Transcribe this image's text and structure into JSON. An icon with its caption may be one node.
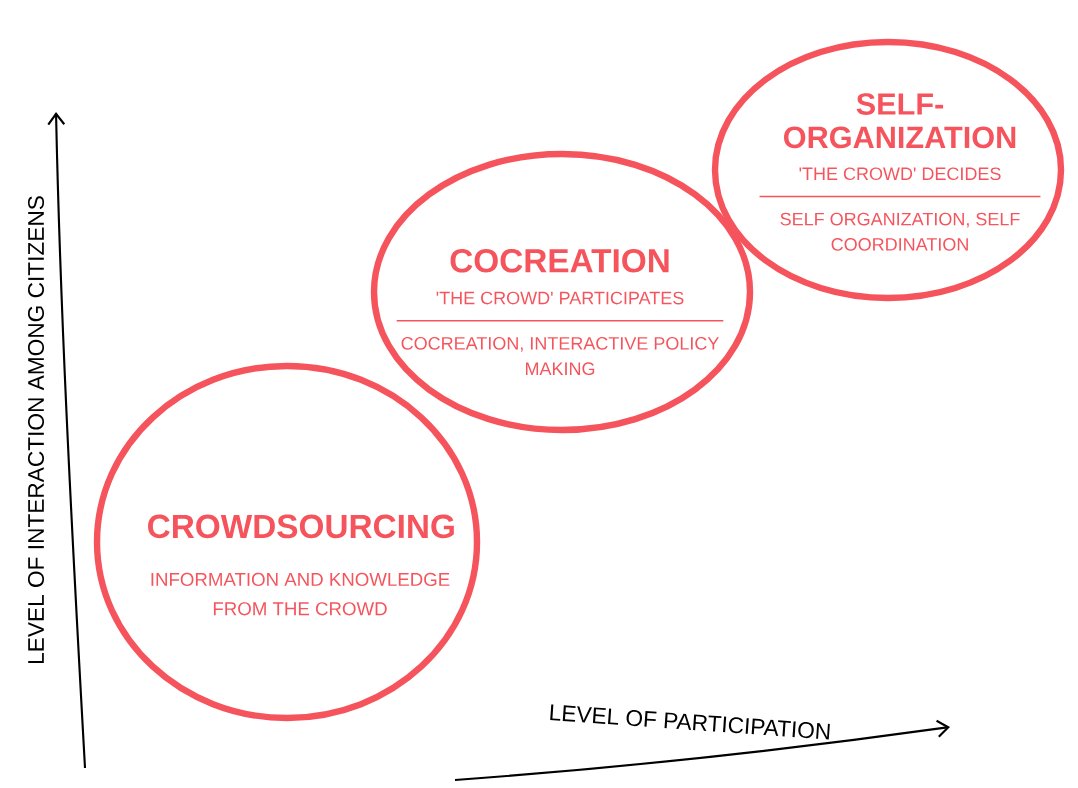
{
  "diagram": {
    "nodes": [
      {
        "text": [
          "CROWDSOURCING",
          "INFORMATION AND KNOWLEDGE FROM THE CROWD"
        ]
      },
      {
        "text": [
          "COCREATION",
          "'THE CROWD' PARTICIPATES",
          "COCREATION, INTERACTIVE POLICY MAKING"
        ]
      },
      {
        "text": [
          "SELF-ORGANIZATION",
          "'THE CROWD' DECIDES",
          "SELF ORGANIZATION, SELF COORDINATION"
        ]
      }
    ],
    "edges": [],
    "labels": [
      "LEVEL OF INTERACTION AMONG CITIZENS",
      "LEVEL OF PARTICIPATION"
    ]
  }
}
